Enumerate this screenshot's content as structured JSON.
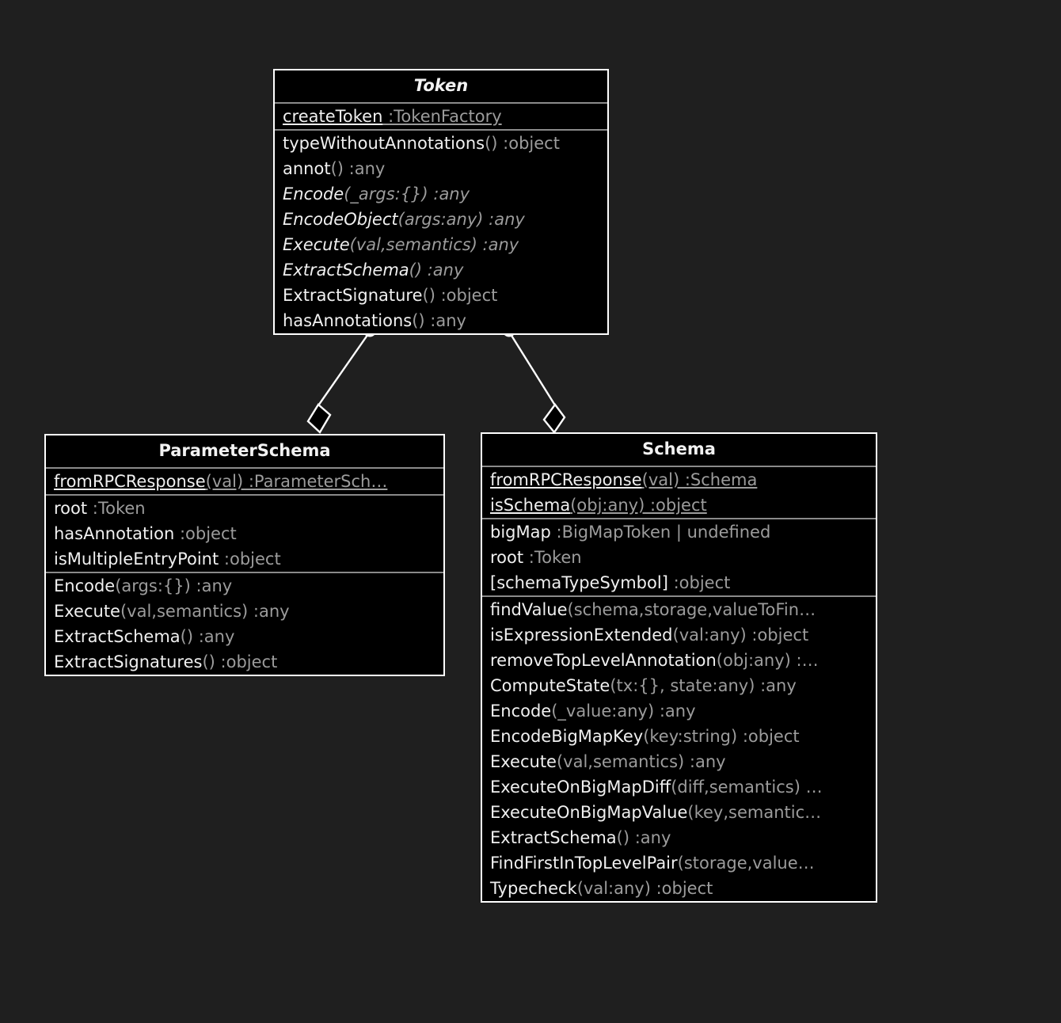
{
  "diagram": {
    "type": "uml-class-diagram",
    "background_color": "#1f1f1f",
    "box_fill_color": "#000000",
    "box_border_color": "#ffffff",
    "member_name_color": "#ececec",
    "member_type_color": "#9c9c9c",
    "separator_color": "#8a8a8a"
  },
  "classes": {
    "token": {
      "name": "Token",
      "abstract": true,
      "statics": [
        {
          "name": "createToken",
          "type": " :TokenFactory",
          "static": true,
          "abstract": false
        }
      ],
      "members": [
        {
          "name": "typeWithoutAnnotations",
          "type": "() :object",
          "static": false,
          "abstract": false
        },
        {
          "name": "annot",
          "type": "() :any",
          "static": false,
          "abstract": false
        },
        {
          "name": "Encode",
          "type": "(_args:{}) :any",
          "static": false,
          "abstract": true
        },
        {
          "name": "EncodeObject",
          "type": "(args:any) :any",
          "static": false,
          "abstract": true
        },
        {
          "name": "Execute",
          "type": "(val,semantics) :any",
          "static": false,
          "abstract": true
        },
        {
          "name": "ExtractSchema",
          "type": "() :any",
          "static": false,
          "abstract": true
        },
        {
          "name": "ExtractSignature",
          "type": "() :object",
          "static": false,
          "abstract": false
        },
        {
          "name": "hasAnnotations",
          "type": "() :any",
          "static": false,
          "abstract": false
        }
      ]
    },
    "parameterschema": {
      "name": "ParameterSchema",
      "abstract": false,
      "statics": [
        {
          "name": "fromRPCResponse",
          "type": "(val) :ParameterSch…",
          "static": true,
          "abstract": false
        }
      ],
      "attributes": [
        {
          "name": "root",
          "type": " :Token",
          "static": false,
          "abstract": false
        },
        {
          "name": "hasAnnotation",
          "type": " :object",
          "static": false,
          "abstract": false
        },
        {
          "name": "isMultipleEntryPoint",
          "type": " :object",
          "static": false,
          "abstract": false
        }
      ],
      "methods": [
        {
          "name": "Encode",
          "type": "(args:{}) :any",
          "static": false,
          "abstract": false
        },
        {
          "name": "Execute",
          "type": "(val,semantics) :any",
          "static": false,
          "abstract": false
        },
        {
          "name": "ExtractSchema",
          "type": "() :any",
          "static": false,
          "abstract": false
        },
        {
          "name": "ExtractSignatures",
          "type": "() :object",
          "static": false,
          "abstract": false
        }
      ]
    },
    "schema": {
      "name": "Schema",
      "abstract": false,
      "statics": [
        {
          "name": "fromRPCResponse",
          "type": "(val) :Schema",
          "static": true,
          "abstract": false
        },
        {
          "name": "isSchema",
          "type": "(obj:any) :object",
          "static": true,
          "abstract": false
        }
      ],
      "attributes": [
        {
          "name": "bigMap",
          "type": " :BigMapToken | undefined",
          "static": false,
          "abstract": false
        },
        {
          "name": "root",
          "type": " :Token",
          "static": false,
          "abstract": false
        },
        {
          "name": "[schemaTypeSymbol]",
          "type": " :object",
          "static": false,
          "abstract": false
        }
      ],
      "methods": [
        {
          "name": "findValue",
          "type": "(schema,storage,valueToFin…",
          "static": false,
          "abstract": false
        },
        {
          "name": "isExpressionExtended",
          "type": "(val:any) :object",
          "static": false,
          "abstract": false
        },
        {
          "name": "removeTopLevelAnnotation",
          "type": "(obj:any) :…",
          "static": false,
          "abstract": false
        },
        {
          "name": "ComputeState",
          "type": "(tx:{}, state:any) :any",
          "static": false,
          "abstract": false
        },
        {
          "name": "Encode",
          "type": "(_value:any) :any",
          "static": false,
          "abstract": false
        },
        {
          "name": "EncodeBigMapKey",
          "type": "(key:string) :object",
          "static": false,
          "abstract": false
        },
        {
          "name": "Execute",
          "type": "(val,semantics) :any",
          "static": false,
          "abstract": false
        },
        {
          "name": "ExecuteOnBigMapDiff",
          "type": "(diff,semantics) …",
          "static": false,
          "abstract": false
        },
        {
          "name": "ExecuteOnBigMapValue",
          "type": "(key,semantic…",
          "static": false,
          "abstract": false
        },
        {
          "name": "ExtractSchema",
          "type": "() :any",
          "static": false,
          "abstract": false
        },
        {
          "name": "FindFirstInTopLevelPair",
          "type": "(storage,value…",
          "static": false,
          "abstract": false
        },
        {
          "name": "Typecheck",
          "type": "(val:any) :object",
          "static": false,
          "abstract": false
        }
      ]
    }
  },
  "relationships": [
    {
      "kind": "aggregation",
      "from": "Token",
      "to": "ParameterSchema",
      "source_marker": "filled-circle",
      "target_marker": "open-diamond"
    },
    {
      "kind": "aggregation",
      "from": "Token",
      "to": "Schema",
      "source_marker": "filled-circle",
      "target_marker": "open-diamond"
    }
  ]
}
